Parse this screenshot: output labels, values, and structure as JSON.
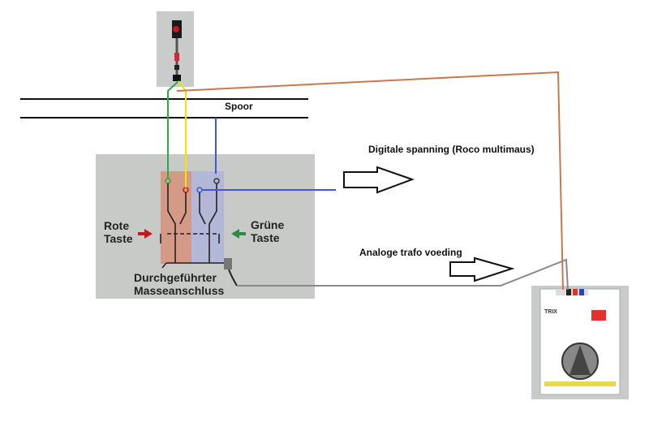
{
  "track": {
    "label": "Spoor"
  },
  "connections": {
    "digital_label": "Digitale spanning (Roco multimaus)",
    "analog_label": "Analoge trafo voeding"
  },
  "switch_panel": {
    "left_button_line1": "Rote",
    "left_button_line2": "Taste",
    "right_button_line1": "Grüne",
    "right_button_line2": "Taste",
    "ground_line1": "Durchgeführter",
    "ground_line2": "Masseanschluss"
  },
  "transformer": {
    "brand": "TRIX"
  },
  "colors": {
    "wire_green": "#2fa84a",
    "wire_yellow": "#f2e600",
    "wire_blue": "#3b5bd6",
    "wire_copper": "#c8784a",
    "wire_grey": "#8a8a8a",
    "panel_bg": "#c7cac6",
    "red_zone": "#d49a86",
    "blue_zone": "#b3b8d8",
    "transformer_red": "#e0332a",
    "transformer_yellow": "#e8d84a"
  }
}
